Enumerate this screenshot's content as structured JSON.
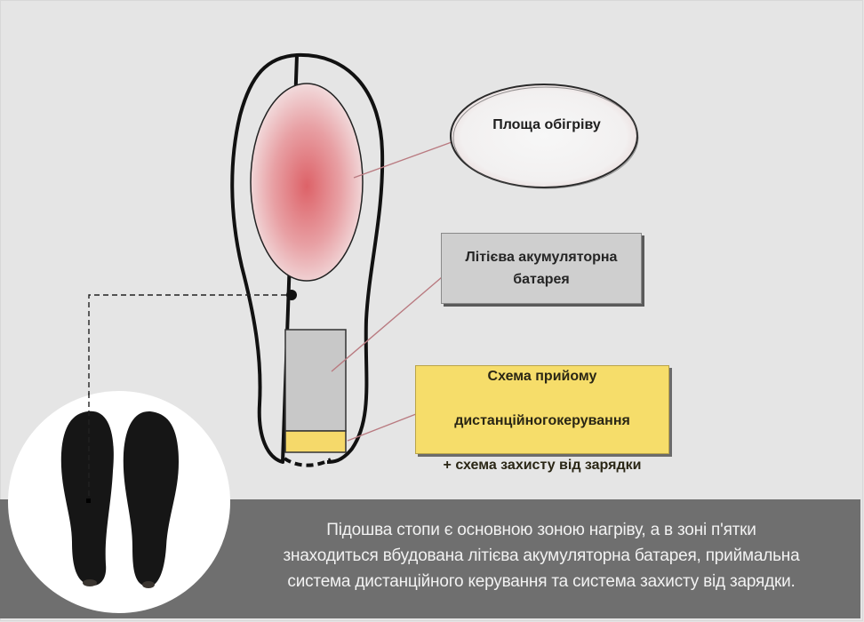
{
  "diagram": {
    "type": "annotated-product-diagram",
    "subject": "heated insole",
    "labels": {
      "heating_area": "Площа обігріву",
      "battery": "Літієва акумуляторна\nбатарея",
      "battery_line1": "Літієва акумуляторна",
      "battery_line2": "батарея",
      "circuit_line1": "Схема прийому",
      "circuit_line2": "дистанційногокерування",
      "circuit_line3": "+ схема захисту від зарядки"
    },
    "caption": {
      "line1": "Підошва стопи є основною зоною нагріву, а в зоні п'ятки",
      "line2": "знаходиться вбудована літієва акумуляторна батарея, приймальна",
      "line3": "система дистанційного керування та система захисту від зарядки."
    },
    "colors": {
      "background": "#e5e5e5",
      "heating_zone": "#d96a6f",
      "battery_fill": "#cfcfcf",
      "circuit_fill": "#f6dd6a",
      "leader_line": "#b97a80",
      "caption_band": "#6f6f6f",
      "caption_text": "#f2f2f2",
      "insole_photo": "#161616"
    }
  }
}
